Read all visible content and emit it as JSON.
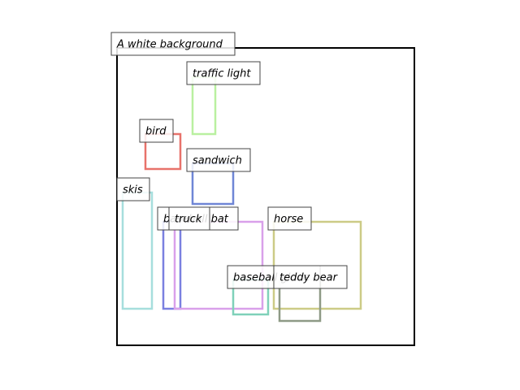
{
  "frame_label": "A white background",
  "boxes": [
    {
      "label": "traffic light",
      "color": "#b9f0a0"
    },
    {
      "label": "bird",
      "color": "#e8726b"
    },
    {
      "label": "sandwich",
      "color": "#6f86d6"
    },
    {
      "label": "skis",
      "color": "#a6dedd"
    },
    {
      "label": "baseball bat",
      "color": "#7a80e0"
    },
    {
      "label": "truck",
      "color": "#d9a0ea"
    },
    {
      "label": "horse",
      "color": "#cccb86"
    },
    {
      "label": "baseball glove",
      "color": "#7fd1b9"
    },
    {
      "label": "teddy bear",
      "color": "#8e9a86"
    }
  ]
}
